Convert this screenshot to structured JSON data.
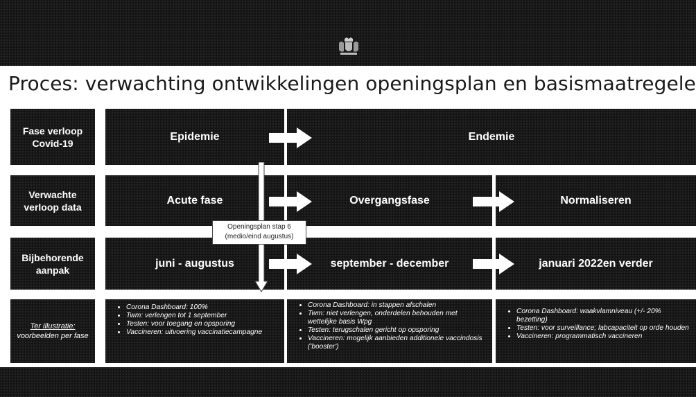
{
  "title": "Proces: verwachting ontwikkelingen openingsplan en basismaatregelen",
  "rows": {
    "fase": {
      "label": "Fase verloop Covid-19",
      "cells": [
        "Epidemie",
        "Endemie"
      ]
    },
    "verloop": {
      "label": "Verwachte verloop data",
      "cells": [
        "Acute fase",
        "Overgangsfase",
        "Normaliseren"
      ]
    },
    "aanpak": {
      "label": "Bijbehorende aanpak",
      "cells": [
        "juni - augustus",
        "september - december",
        "januari 2022en verder"
      ]
    },
    "illustratie": {
      "label_underlined": "Ter illustratie:",
      "label_rest": "voorbeelden per fase",
      "columns": [
        [
          "Corona Dashboard: 100%",
          "Twm: verlengen tot 1 september",
          "Testen: voor toegang en opsporing",
          "Vaccineren: uitvoering vaccinatiecampagne"
        ],
        [
          "Corona Dashboard: in stappen afschalen",
          "Twm: niet verlengen, onderdelen behouden met wettelijke basis Wpg",
          "Testen: terugschalen gericht op opsporing",
          "Vaccineren: mogelijk aanbieden additionele vaccindosis ('booster')"
        ],
        [
          "Corona Dashboard: waakvlamniveau (+/- 20% bezetting)",
          "Testen: voor surveillance; labcapaciteit op orde houden",
          "Vaccineren: programmatisch vaccineren"
        ]
      ]
    }
  },
  "callout": {
    "line1": "Openingsplan stap 6",
    "line2": "(medio/eind augustus)"
  },
  "colors": {
    "dark": "#151515",
    "light": "#ffffff"
  },
  "icons": {
    "crest": "coat-of-arms-icon",
    "arrow": "right-arrow-icon"
  }
}
